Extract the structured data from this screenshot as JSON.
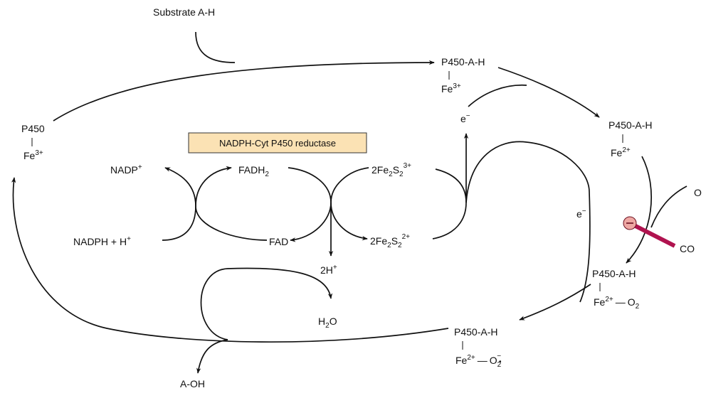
{
  "colors": {
    "reductase_box_fill": "#fbe2b4",
    "reductase_box_stroke": "#333333",
    "inhibitor_bar": "#b0134f",
    "inhibitor_circle": "#eea7a3"
  },
  "labels": {
    "substrate": "Substrate A-H",
    "product": "A-OH",
    "reductase": "NADPH-Cyt P450 reductase",
    "p450": "P450",
    "fe": "Fe",
    "fe3_charge": "3+",
    "fe2_charge": "2+",
    "p450_ah": "P450-A-H",
    "electron": "e",
    "minus": "−",
    "nadp": "NADP",
    "plus": "+",
    "nadph": "NADPH + H",
    "fadh": "FADH",
    "fad": "FAD",
    "fes_prefix": "2Fe",
    "fes_s": "S",
    "sub2": "2",
    "fes_ox_charge": "3+",
    "fes_red_charge": "2+",
    "two_h": "2H",
    "h": "H",
    "o": "O",
    "o2": "O",
    "co": "CO",
    "dash": "—",
    "superoxide_charge": "−",
    "radical_dot": "•"
  }
}
